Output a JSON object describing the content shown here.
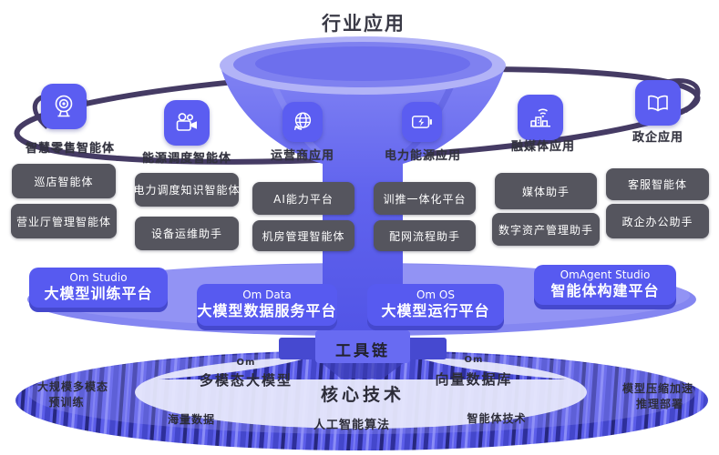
{
  "title": "行业应用",
  "colors": {
    "accent": "#5b5df1",
    "funnel": "#6164ee",
    "dark_box": "#55555e",
    "orbit": "#453b64",
    "disk_base": "#5c5eea",
    "text_dark": "#32323e"
  },
  "industry_columns": [
    {
      "icon": "webcam-icon",
      "label": "智慧零售智能体",
      "boxes": [
        "巡店智能体",
        "营业厅管理智能体"
      ]
    },
    {
      "icon": "video-camera-icon",
      "label": "能源调度智能体",
      "boxes": [
        "电力调度知识智能体",
        "设备运维助手"
      ]
    },
    {
      "icon": "globe-sync-icon",
      "label": "运营商应用",
      "boxes": [
        "AI能力平台",
        "机房管理智能体"
      ]
    },
    {
      "icon": "battery-bolt-icon",
      "label": "电力能源应用",
      "boxes": [
        "训推一体化平台",
        "配网流程助手"
      ]
    },
    {
      "icon": "smart-building-icon",
      "label": "融媒体应用",
      "boxes": [
        "媒体助手",
        "数字资产管理助手"
      ]
    },
    {
      "icon": "open-book-icon",
      "label": "政企应用",
      "boxes": [
        "客服智能体",
        "政企办公助手"
      ]
    }
  ],
  "platforms": [
    {
      "en": "Om Studio",
      "zh": "大模型训练平台"
    },
    {
      "en": "Om Data",
      "zh": "大模型数据服务平台"
    },
    {
      "en": "Om OS",
      "zh": "大模型运行平台"
    },
    {
      "en": "OmAgent Studio",
      "zh": "智能体构建平台"
    }
  ],
  "toolchain": {
    "label": "工具链"
  },
  "core": {
    "title": "核心技术",
    "left_caption": "Om",
    "left_item": "多模态大模型",
    "right_caption": "Om",
    "right_item": "向量数据库",
    "ring_labels": [
      "大规模多模态",
      "预训练",
      "海量数据",
      "人工智能算法",
      "智能体技术",
      "模型压缩加速",
      "推理部署"
    ]
  }
}
